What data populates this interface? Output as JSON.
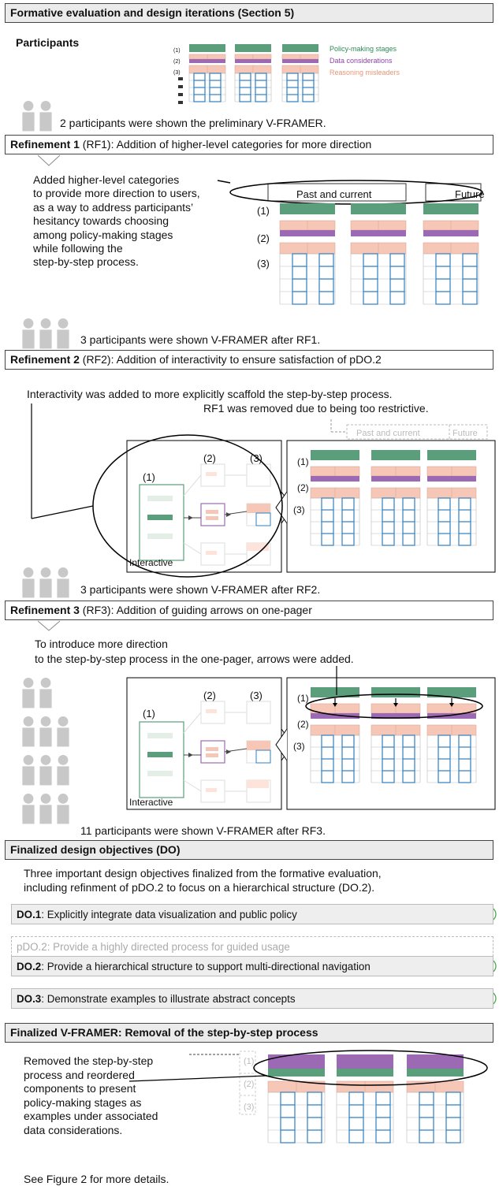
{
  "colors": {
    "green": "#5b9e7b",
    "purple": "#9c6ab5",
    "salmon": "#f6c7b6",
    "blue": "#2f7fc1",
    "person": "#c8c8c8",
    "check": "#4aa84a"
  },
  "title": "Formative evaluation and design iterations (Section 5)",
  "participants": {
    "label": "Participants",
    "legend": [
      "Policy-making stages",
      "Data considerations",
      "Reasoning misleaders"
    ],
    "row_labels": [
      "(1)",
      "(2)",
      "(3)"
    ],
    "count_prelim": "2 participants were shown the preliminary V-FRAMER."
  },
  "rf1": {
    "heading_bold": "Refinement 1",
    "heading_rest": " (RF1): Addition of higher-level categories for more direction",
    "desc": [
      "Added higher-level categories",
      "to provide more direction to users,",
      "as a way to address participants’",
      "hesitancy towards choosing",
      "among policy-making stages",
      "while following the",
      "step-by-step process."
    ],
    "cat_past": "Past and current",
    "cat_future": "Future",
    "row_labels": [
      "(1)",
      "(2)",
      "(3)"
    ],
    "count": "3 participants were shown V-FRAMER after RF1."
  },
  "rf2": {
    "heading_bold": "Refinement 2",
    "heading_rest": " (RF2): Addition of interactivity to ensure satisfaction of pDO.2",
    "desc1": "Interactivity was added to more explicitly scaffold the step-by-step process.",
    "desc2": "RF1 was removed due to being too restrictive.",
    "ghost_past": "Past and current",
    "ghost_future": "Future",
    "interactive_label": "Interactive",
    "col_labels": [
      "(1)",
      "(2)",
      "(3)"
    ],
    "row_labels": [
      "(1)",
      "(2)",
      "(3)"
    ],
    "count": "3 participants were shown V-FRAMER after RF2."
  },
  "rf3": {
    "heading_bold": "Refinement 3",
    "heading_rest": " (RF3): Addition of guiding arrows on one-pager",
    "desc1": "To introduce more direction",
    "desc2": "to the step-by-step process in the one-pager, arrows were added.",
    "interactive_label": "Interactive",
    "col_labels": [
      "(1)",
      "(2)",
      "(3)"
    ],
    "row_labels": [
      "(1)",
      "(2)",
      "(3)"
    ],
    "count": "11 participants were shown V-FRAMER after RF3."
  },
  "objectives": {
    "heading": "Finalized design objectives (DO)",
    "desc1": "Three important design objectives finalized from the formative evaluation,",
    "desc2": "including refinment of pDO.2 to focus on a hierarchical structure (DO.2).",
    "items": [
      {
        "code": "DO.1",
        "text": ": Explicitly integrate data visualization and public policy"
      },
      {
        "code": "pDO.2",
        "text": ": Provide a highly directed process for guided usage"
      },
      {
        "code": "DO.2",
        "text": ": Provide a hierarchical structure to support multi-directional navigation"
      },
      {
        "code": "DO.3",
        "text": ": Demonstrate examples to illustrate abstract concepts"
      }
    ]
  },
  "final": {
    "heading": "Finalized V-FRAMER: Removal of the step-by-step process",
    "desc": [
      "Removed the step-by-step",
      "process and reordered",
      "components to present",
      "policy-making stages as",
      "examples under associated",
      "data considerations."
    ],
    "see": "See Figure 2 for more details.",
    "ghost_labels": [
      "(1)",
      "(2)",
      "(3)"
    ]
  }
}
